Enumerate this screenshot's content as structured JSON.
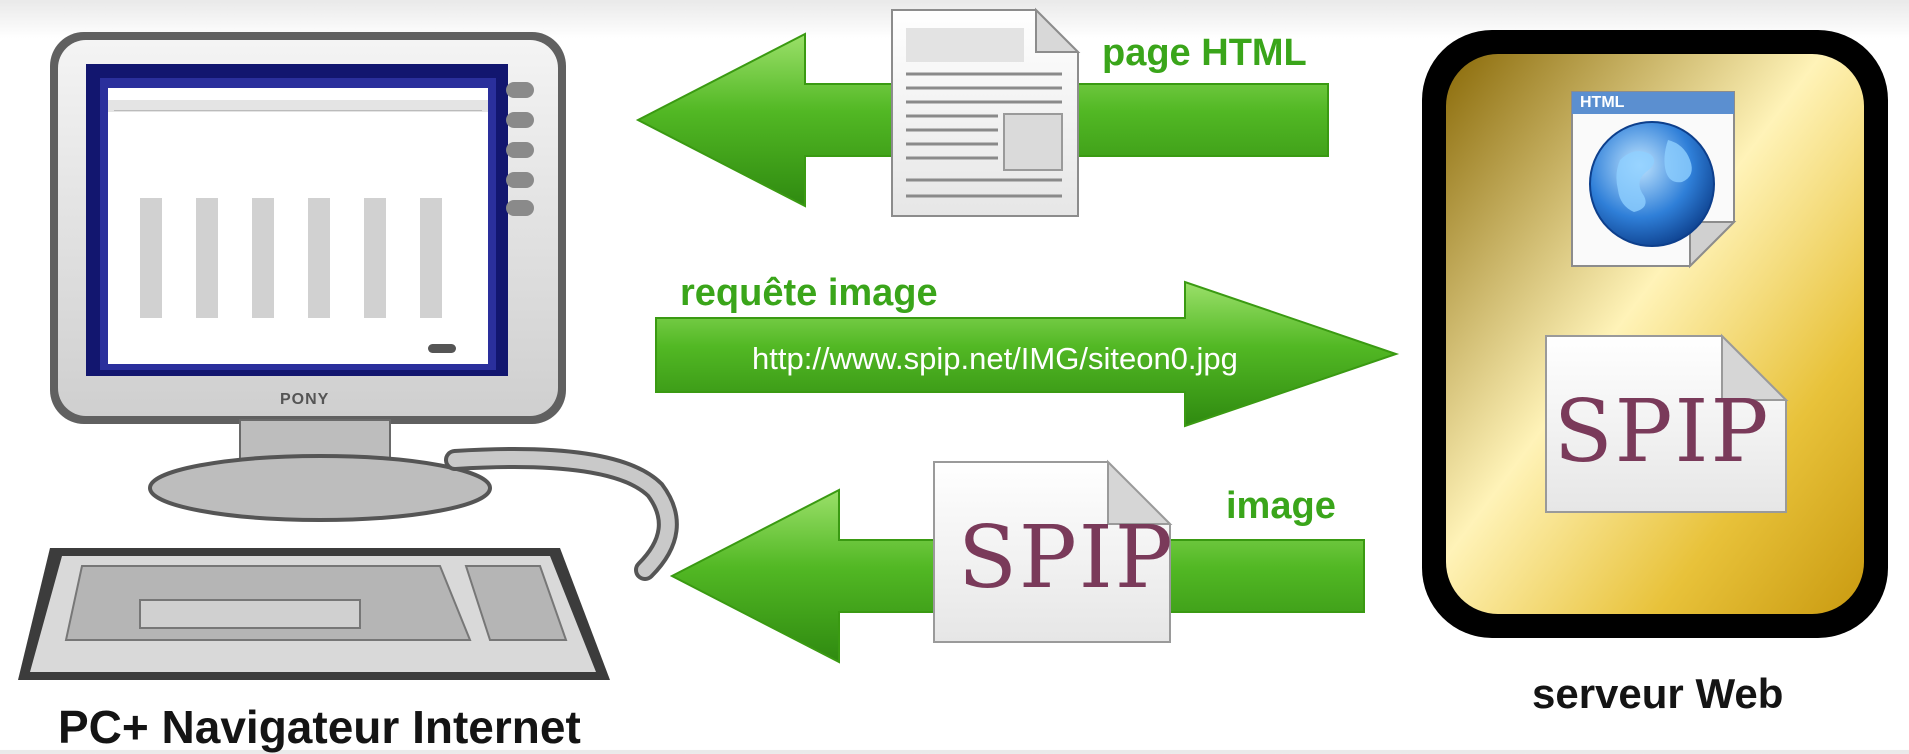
{
  "labels": {
    "page_html": "page HTML",
    "requete_image": "requête image",
    "url": "http://www.spip.net/IMG/siteon0.jpg",
    "image": "image",
    "client": "PC+ Navigateur Internet",
    "server": "serveur Web"
  },
  "monitor": {
    "brand": "PONY"
  },
  "server_icons": {
    "html_doc_tag": "HTML",
    "logo_text": "SPIP"
  },
  "colors": {
    "arrow_green": "#4fb21f",
    "label_green": "#3aa51a",
    "server_gold": "#c9a21a",
    "monitor_frame": "#1b1f85"
  },
  "icons": [
    "computer-icon",
    "document-icon",
    "html-globe-icon",
    "spip-logo-icon",
    "arrow-left-icon",
    "arrow-right-icon"
  ]
}
